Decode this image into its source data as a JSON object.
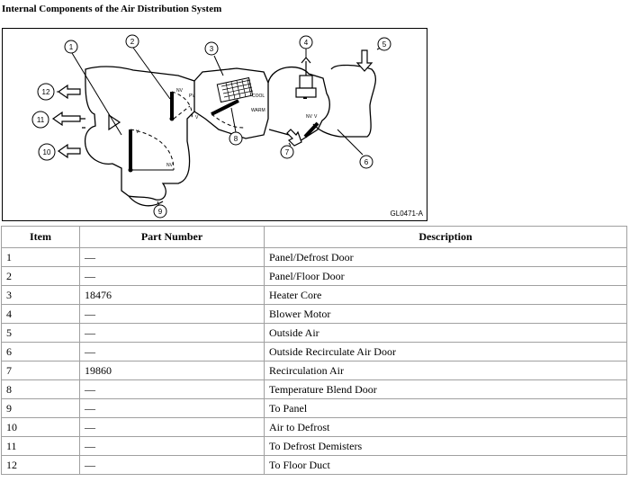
{
  "title": "Internal Components of the Air Distribution System",
  "figure": {
    "code": "GL0471-A",
    "callouts": [
      "1",
      "2",
      "3",
      "4",
      "5",
      "6",
      "7",
      "8",
      "9",
      "10",
      "11",
      "12"
    ],
    "labels": {
      "nv": "NV",
      "pv": "PV",
      "v": "V",
      "cool": "COOL",
      "warm": "WARM"
    }
  },
  "table": {
    "headers": [
      "Item",
      "Part Number",
      "Description"
    ],
    "rows": [
      [
        "1",
        "—",
        "Panel/Defrost Door"
      ],
      [
        "2",
        "—",
        "Panel/Floor Door"
      ],
      [
        "3",
        "18476",
        "Heater Core"
      ],
      [
        "4",
        "—",
        "Blower Motor"
      ],
      [
        "5",
        "—",
        "Outside Air"
      ],
      [
        "6",
        "—",
        "Outside Recirculate Air Door"
      ],
      [
        "7",
        "19860",
        "Recirculation Air"
      ],
      [
        "8",
        "—",
        "Temperature Blend Door"
      ],
      [
        "9",
        "—",
        "To Panel"
      ],
      [
        "10",
        "—",
        "Air to Defrost"
      ],
      [
        "11",
        "—",
        "To Defrost Demisters"
      ],
      [
        "12",
        "—",
        "To Floor Duct"
      ]
    ]
  }
}
